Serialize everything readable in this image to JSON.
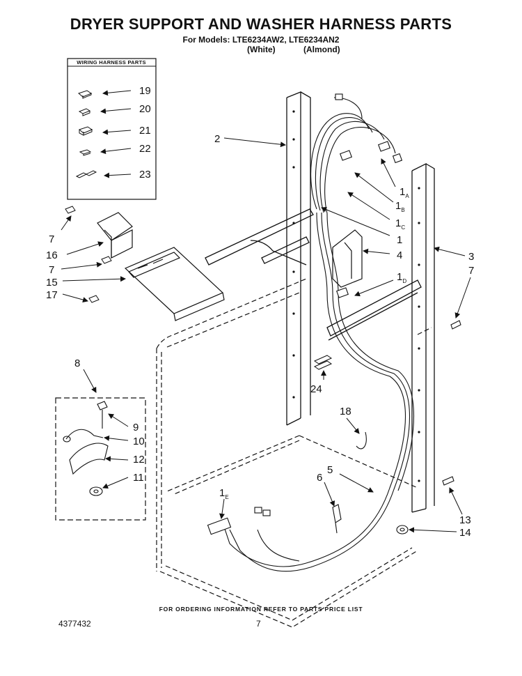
{
  "header": {
    "title": "DRYER SUPPORT AND WASHER HARNESS PARTS",
    "models_line": "For Models: LTE6234AW2, LTE6234AN2",
    "color_white": "(White)",
    "color_almond": "(Almond)"
  },
  "inset_box": {
    "label": "WIRING HARNESS PARTS",
    "callouts": [
      "19",
      "20",
      "21",
      "22",
      "23"
    ]
  },
  "callouts": {
    "c2": "2",
    "c1a": "1",
    "c1a_sub": "A",
    "c1b": "1",
    "c1b_sub": "B",
    "c1c": "1",
    "c1c_sub": "C",
    "c1": "1",
    "c4": "4",
    "c3": "3",
    "c7_right": "7",
    "c1d": "1",
    "c1d_sub": "D",
    "c7_a": "7",
    "c16": "16",
    "c7_b": "7",
    "c15": "15",
    "c17": "17",
    "c8": "8",
    "c24": "24",
    "c18": "18",
    "c9": "9",
    "c10": "10",
    "c12": "12",
    "c11": "11",
    "c5": "5",
    "c6": "6",
    "c1e": "1",
    "c1e_sub": "E",
    "c13": "13",
    "c14": "14"
  },
  "footer": {
    "ordering_note": "FOR ORDERING INFORMATION REFER TO PARTS PRICE LIST",
    "document_number": "4377432",
    "page_number": "7"
  }
}
